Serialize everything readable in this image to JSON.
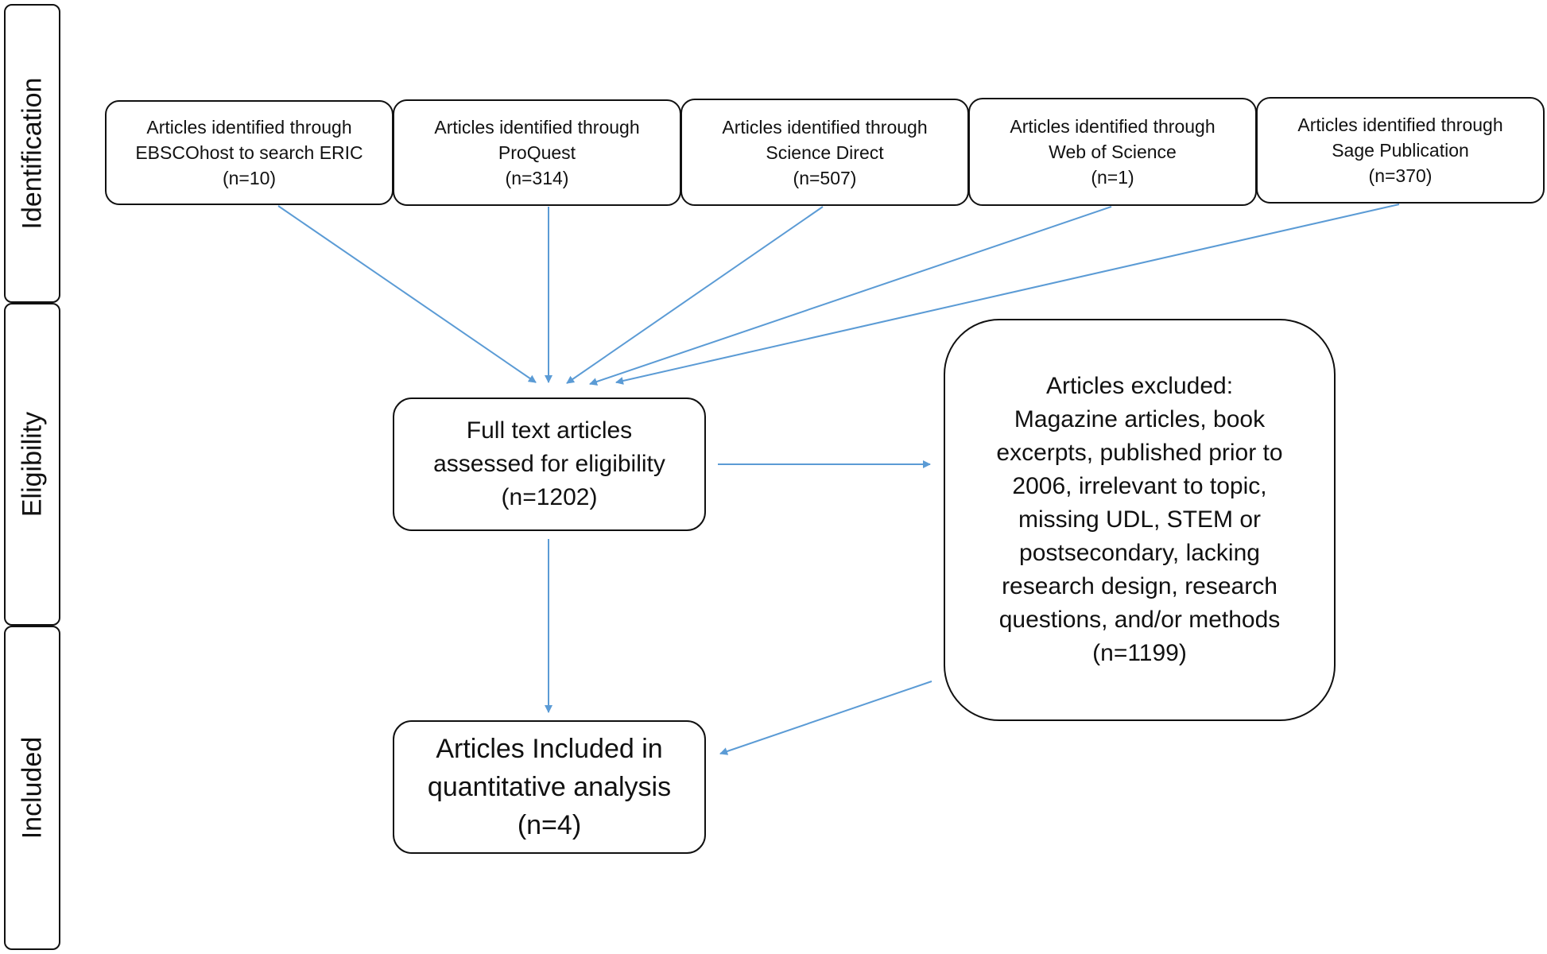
{
  "phases": {
    "identification": "Identification",
    "eligibility": "Eligibility",
    "included": "Included"
  },
  "sources": [
    {
      "line1": "Articles identified through",
      "line2": "EBSCOhost to search ERIC",
      "count": "(n=10)"
    },
    {
      "line1": "Articles identified through",
      "line2": "ProQuest",
      "count": "(n=314)"
    },
    {
      "line1": "Articles identified through",
      "line2": "Science Direct",
      "count": "(n=507)"
    },
    {
      "line1": "Articles identified through",
      "line2": "Web of Science",
      "count": "(n=1)"
    },
    {
      "line1": "Articles identified through",
      "line2": "Sage Publication",
      "count": "(n=370)"
    }
  ],
  "eligibility_box": {
    "line1": "Full text articles",
    "line2": "assessed for eligibility",
    "count": "(n=1202)"
  },
  "excluded_box": {
    "lines": [
      "Articles excluded:",
      "Magazine articles, book",
      "excerpts, published prior to",
      "2006, irrelevant to topic,",
      "missing UDL, STEM or",
      "postsecondary, lacking",
      "research design, research",
      "questions, and/or methods"
    ],
    "count": "(n=1199)"
  },
  "included_box": {
    "line1": "Articles Included in",
    "line2": "quantitative analysis",
    "count": "(n=4)"
  },
  "colors": {
    "arrow": "#5b9bd5",
    "border": "#111111"
  }
}
